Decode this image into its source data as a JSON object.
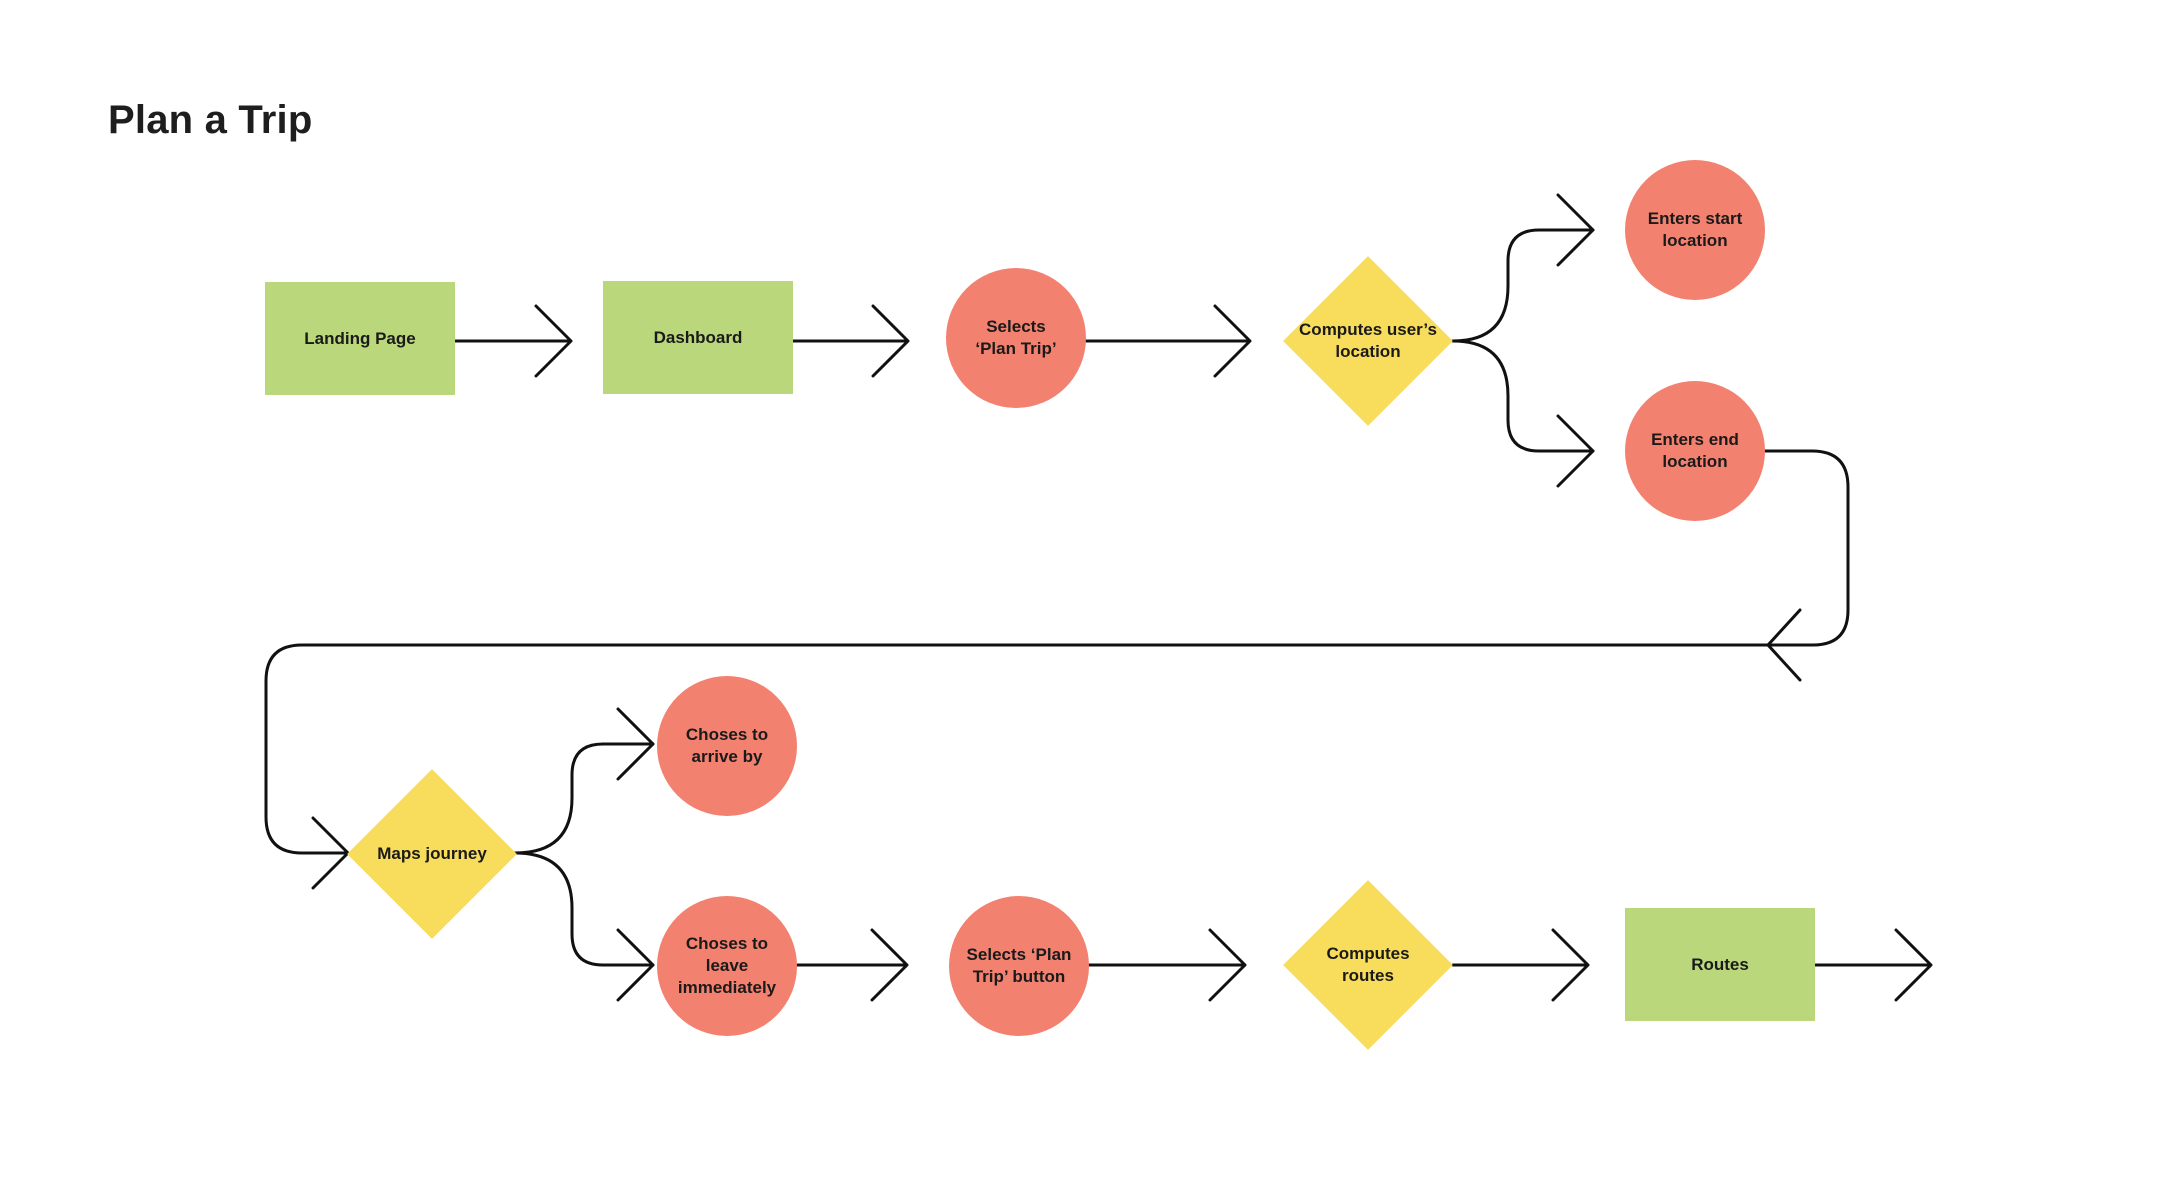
{
  "title": "Plan a Trip",
  "colors": {
    "page": "#7aa94f",
    "decision": "#f8dc5c",
    "action": "#f38170",
    "line": "#111111"
  },
  "nodes": {
    "landing_page": "Landing Page",
    "dashboard": "Dashboard",
    "selects_plan_trip": "Selects\n‘Plan Trip’",
    "computes_location": "Computes user’s\nlocation",
    "enters_start": "Enters start\nlocation",
    "enters_end": "Enters end\nlocation",
    "maps_journey": "Maps journey",
    "choses_arrive": "Choses to\narrive by",
    "choses_leave": "Choses to\nleave\nimmediately",
    "selects_button": "Selects ‘Plan\nTrip’ button",
    "computes_routes": "Computes\nroutes",
    "routes": "Routes"
  }
}
